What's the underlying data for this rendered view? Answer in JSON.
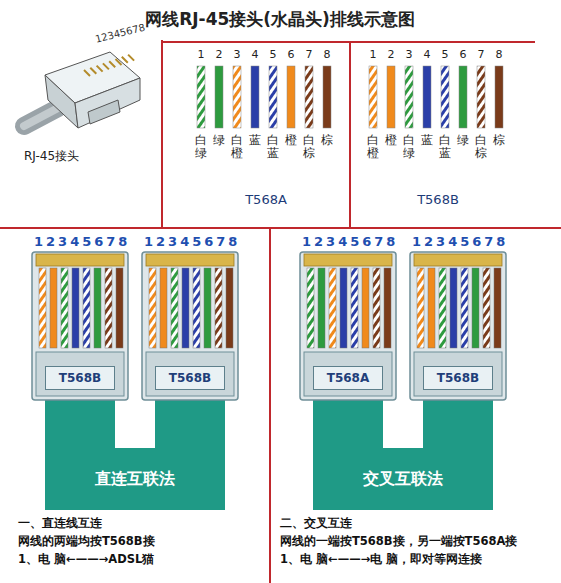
{
  "diagram": {
    "title": "网线RJ-45接头(水晶头)排线示意图",
    "nodes": [
      {
        "text": [
          "T568B"
        ]
      },
      {
        "text": [
          "T568B"
        ]
      },
      {
        "text": [
          "直连互联法"
        ]
      },
      {
        "text": [
          "T568A"
        ]
      },
      {
        "text": [
          "T568B"
        ]
      },
      {
        "text": [
          "交叉互联法"
        ]
      }
    ],
    "labels": [
      "12345678",
      "RJ-45接头",
      "1",
      "2",
      "3",
      "4",
      "5",
      "6",
      "7",
      "8",
      "白绿",
      "绿",
      "白橙",
      "蓝",
      "白蓝",
      "橙",
      "白棕",
      "棕",
      "T568A",
      "1",
      "2",
      "3",
      "4",
      "5",
      "6",
      "7",
      "8",
      "白橙",
      "橙",
      "白绿",
      "蓝",
      "白蓝",
      "绿",
      "白棕",
      "棕",
      "T568B",
      "12345678",
      "12345678",
      "12345678",
      "12345678",
      "一、直连线互连",
      "网线的两端均按T568B接",
      "1、电 脑←——→ADSL猫",
      "二、交叉互连",
      "网线的一端按T568B接，另一端按T568A接",
      "1、电 脑←——→电 脑，即对等网连接"
    ]
  }
}
